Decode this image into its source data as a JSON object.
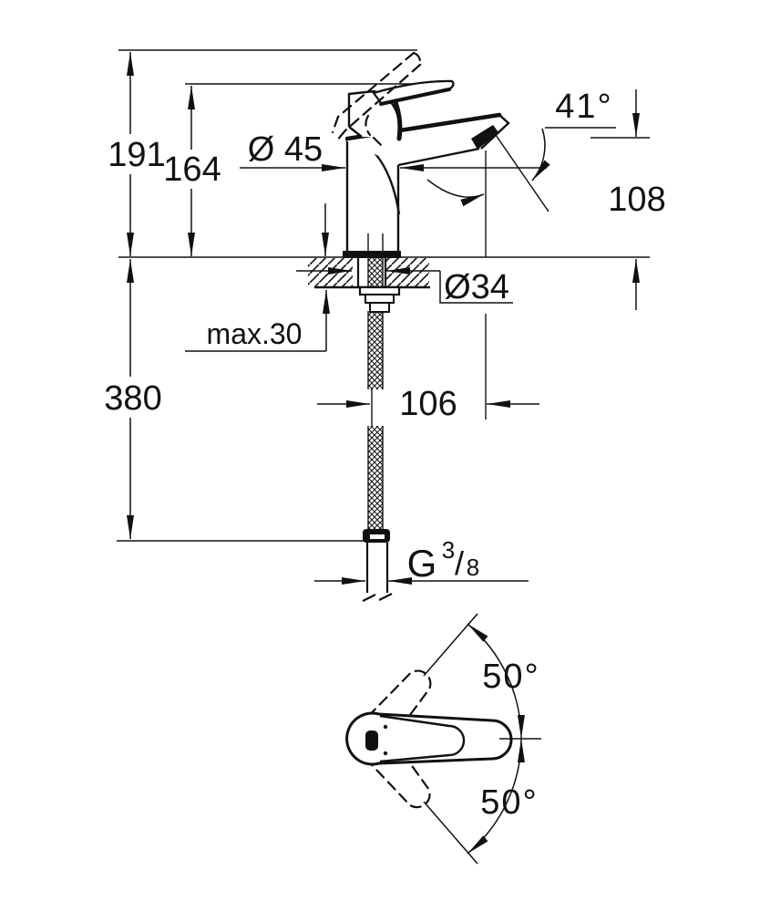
{
  "drawing": {
    "kind": "technical dimension drawing",
    "subject": "single-lever basin mixer faucet, side view with mounting section and handle top view",
    "colors": {
      "ink": "#111111",
      "paper": "#ffffff"
    }
  },
  "labels": {
    "height_total": "191",
    "height_to_lever": "164",
    "body_diameter": "Ø 45",
    "spout_angle": "41°",
    "spout_outlet_height": "108",
    "mounting_hole_diameter": "Ø34",
    "max_deck_thickness": "max.30",
    "hose_length": "380",
    "spout_reach": "106",
    "thread_prefix": "G",
    "thread_numerator": "3",
    "thread_slash": "/",
    "thread_denominator": "8",
    "handle_swing_upper": "50°",
    "handle_swing_lower": "50°"
  }
}
